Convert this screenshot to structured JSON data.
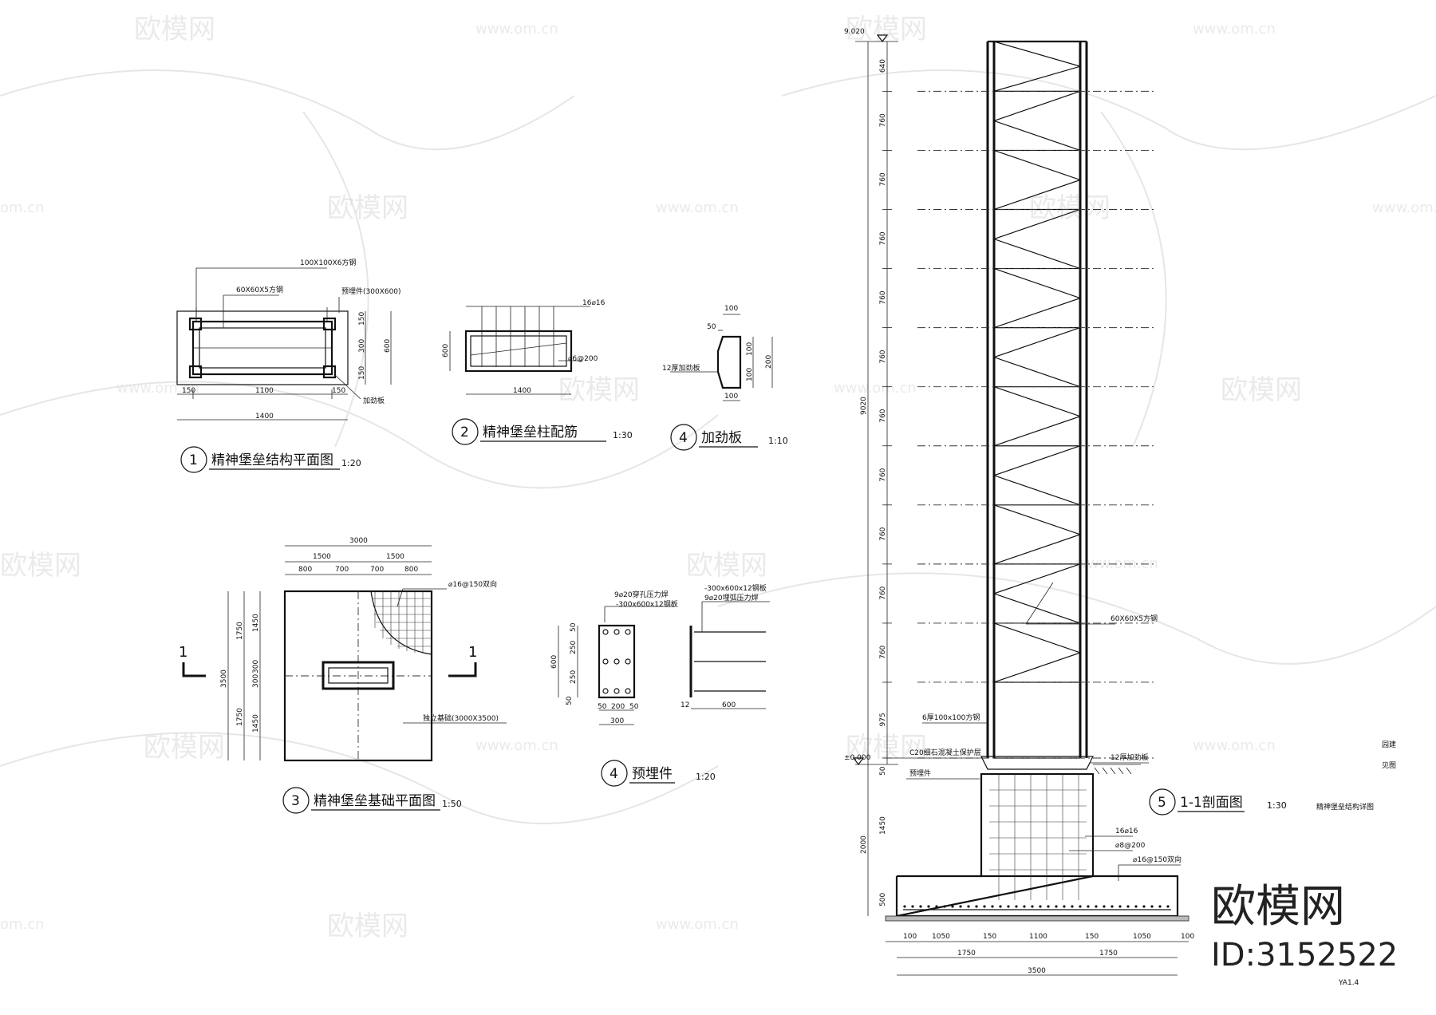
{
  "watermark": {
    "logo_text": "欧模网",
    "url": "www.om.cn",
    "url_short": "om.cn"
  },
  "brand": {
    "name": "欧模网",
    "id": "ID:3152522"
  },
  "views": [
    {
      "num": "1",
      "title": "精神堡垒结构平面图",
      "scale": "1:20"
    },
    {
      "num": "2",
      "title": "精神堡垒柱配筋",
      "scale": "1:30"
    },
    {
      "num": "4",
      "title": "加劲板",
      "scale": "1:10"
    },
    {
      "num": "3",
      "title": "精神堡垒基础平面图",
      "scale": "1:50"
    },
    {
      "num": "4",
      "title": "预埋件",
      "scale": "1:20"
    },
    {
      "num": "5",
      "title": "1-1剖面图",
      "scale": "1:30"
    }
  ],
  "plan1": {
    "label_main_tube": "100X100X6方钢",
    "label_small_tube": "60X60X5方钢",
    "label_embed": "预埋件(300X600)",
    "label_stiffener": "加劲板",
    "dims_bottom": [
      "150",
      "1100",
      "150"
    ],
    "dim_total": "1400",
    "dims_right": [
      "150",
      "300",
      "150"
    ],
    "dim_right_total": "600"
  },
  "rebar2": {
    "label_top": "16⌀16",
    "label_tie": "⌀6@200",
    "dim_height": "600",
    "dim_width": "1400"
  },
  "stiff4": {
    "dim_top": "100",
    "dim_left": "50",
    "dims_right": [
      "100",
      "100"
    ],
    "dim_right_total": "200",
    "dim_bottom": "100",
    "label": "12厚加劲板"
  },
  "found3": {
    "dim_total": "3000",
    "dims_half": [
      "1500",
      "1500"
    ],
    "dims_parts": [
      "800",
      "700",
      "700",
      "800"
    ],
    "dims_left_outer": [
      "1750",
      "1750"
    ],
    "dim_left_total": "3500",
    "dims_left_inner": [
      "1450",
      "300",
      "300",
      "1450"
    ],
    "label_rebar": "⌀16@150双向",
    "label_found": "独立基础(3000X3500)",
    "section_mark": "1"
  },
  "embed4": {
    "label_weld1": "9⌀20穿孔压力焊",
    "label_plate1": "-300x600x12钢板",
    "label_plate2": "-300x600x12钢板",
    "label_weld2": "9⌀20埋弧压力焊",
    "dims_left": [
      "50",
      "250",
      "250",
      "50"
    ],
    "dim_left_total": "600",
    "dims_bottom": [
      "50",
      "200",
      "50"
    ],
    "dim_bottom_total": "300",
    "dim_thk": "12",
    "dim_len": "600"
  },
  "section5": {
    "elev_top": "9.020",
    "elev_zero": "±0.000",
    "dim_total": "9020",
    "segments": [
      "640",
      "760",
      "760",
      "760",
      "760",
      "760",
      "760",
      "760",
      "760",
      "760",
      "760",
      "975"
    ],
    "dims_lower": [
      "50",
      "1450",
      "2000",
      "500"
    ],
    "label_tube_small": "60X60X5方钢",
    "label_tube_main": "6厚100x100方钢",
    "label_protect": "C20细石混凝土保护层",
    "label_embed": "预埋件",
    "label_stiffener": "12厚加劲板",
    "label_rebar_main": "16⌀16",
    "label_tie": "⌀8@200",
    "label_rebar_found": "⌀16@150双向",
    "dims_bottom": [
      "100",
      "1050",
      "150",
      "1100",
      "150",
      "1050",
      "100"
    ],
    "dims_half": [
      "1750",
      "1750"
    ],
    "dim_bottom_total": "3500"
  },
  "titleblock": {
    "project": "园建",
    "ref": "见图",
    "drawing_name": "精神堡垒结构详图",
    "sheet_no": "YA1.4"
  }
}
